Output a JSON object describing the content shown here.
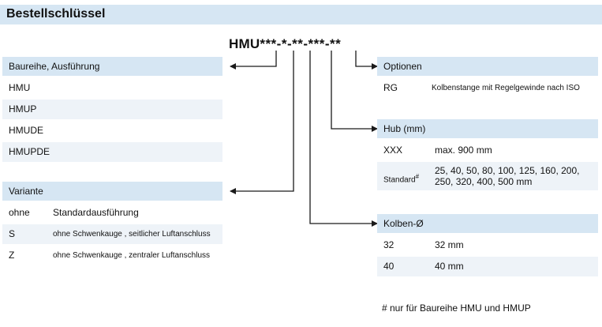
{
  "title": "Bestellschlüssel",
  "code": {
    "prefix": "HMU",
    "suffix": "***-*-**-***-**"
  },
  "baureihe": {
    "header": "Baureihe, Ausführung",
    "items": [
      "HMU",
      "HMUP",
      "HMUDE",
      "HMUPDE"
    ]
  },
  "variante": {
    "header": "Variante",
    "items": [
      {
        "code": "ohne",
        "desc": "Standardausführung"
      },
      {
        "code": "S",
        "desc": "ohne Schwenkauge , seitlicher Luftanschluss"
      },
      {
        "code": "Z",
        "desc": "ohne Schwenkauge , zentraler Luftanschluss"
      }
    ]
  },
  "optionen": {
    "header": "Optionen",
    "items": [
      {
        "code": "RG",
        "desc": "Kolbenstange mit Regelgewinde nach ISO"
      }
    ]
  },
  "hub": {
    "header": "Hub (mm)",
    "items": [
      {
        "code": "XXX",
        "desc": "max. 900 mm"
      },
      {
        "code": "Standard",
        "sup": "#",
        "desc_line1": "25, 40, 50, 80, 100, 125, 160, 200,",
        "desc_line2": "250, 320, 400, 500 mm"
      }
    ]
  },
  "kolben": {
    "header": "Kolben-Ø",
    "items": [
      {
        "code": "32",
        "desc": "32 mm"
      },
      {
        "code": "40",
        "desc": "40 mm"
      }
    ]
  },
  "footnote": "# nur für Baureihe HMU und HMUP",
  "colors": {
    "header_bg": "#d6e6f3",
    "row_alt_bg": "#eef3f8",
    "line": "#1a1a1a"
  }
}
